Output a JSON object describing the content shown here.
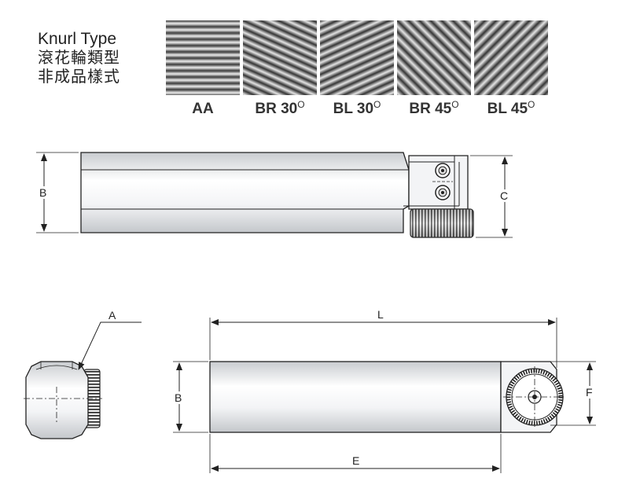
{
  "title": {
    "english": "Knurl Type",
    "chinese_line1": "滾花輪類型",
    "chinese_line2": "非成品樣式"
  },
  "knurl_types": [
    {
      "code": "AA",
      "degree": ""
    },
    {
      "code": "BR 30",
      "degree": "O"
    },
    {
      "code": "BL 30",
      "degree": "O"
    },
    {
      "code": "BR 45",
      "degree": "O"
    },
    {
      "code": "BL 45",
      "degree": "O"
    }
  ],
  "dimensions": {
    "top_height": "B",
    "top_knurl_height": "C",
    "end_diameter": "A",
    "length_total": "L",
    "bottom_height": "B",
    "length_shank": "E",
    "knurl_diameter": "F"
  },
  "colors": {
    "line": "#222222",
    "body_fill": "#e8eaec",
    "highlight": "#ffffff"
  }
}
